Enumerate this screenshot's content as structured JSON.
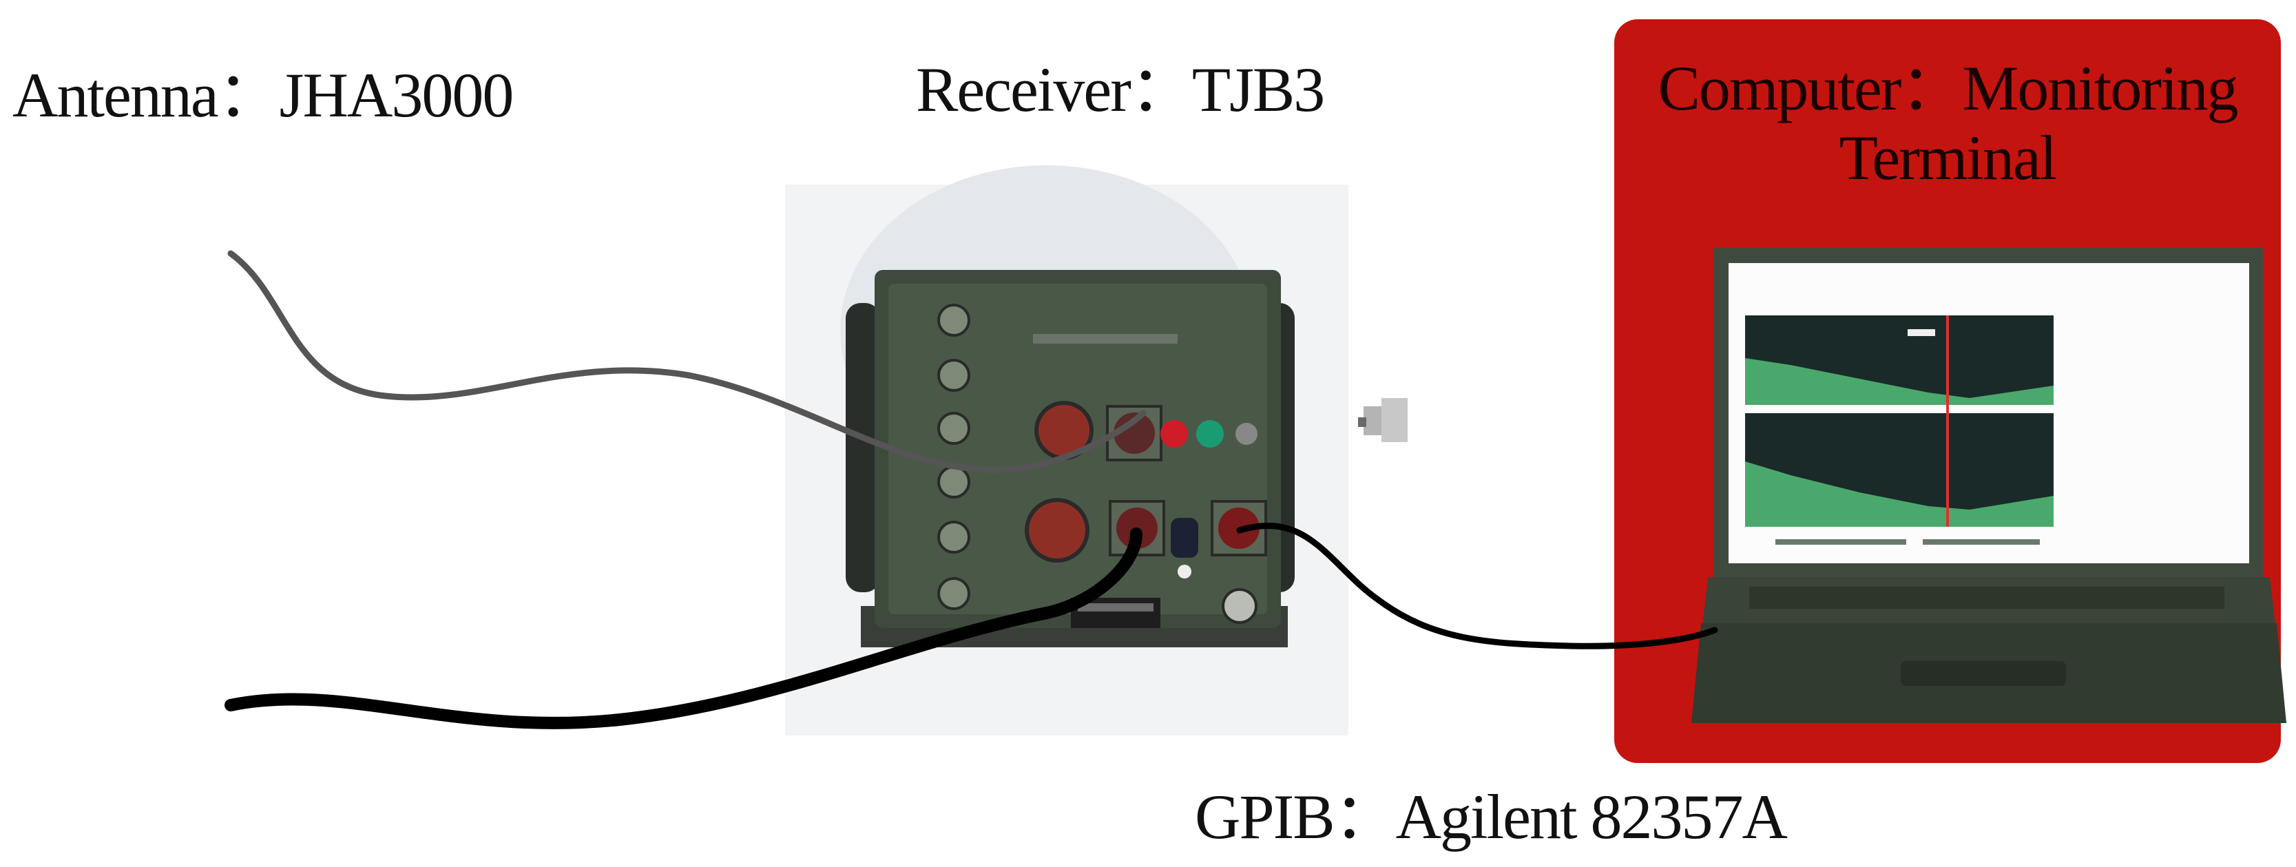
{
  "labels": {
    "antenna": "Antenna：JHA3000",
    "receiver": "Receiver：TJB3",
    "computer_line1": "Computer：Monitoring",
    "computer_line2": "Terminal",
    "gpib": "GPIB：Agilent 82357A"
  },
  "icons": {
    "receiver": "receiver-unit-photo",
    "computer": "laptop-photo",
    "adapter": "gpib-adapter-plug"
  },
  "colors": {
    "computer_panel": "#c41410",
    "antenna_cable": "#555555",
    "power_cable": "#000000",
    "gpib_cable": "#000000"
  }
}
